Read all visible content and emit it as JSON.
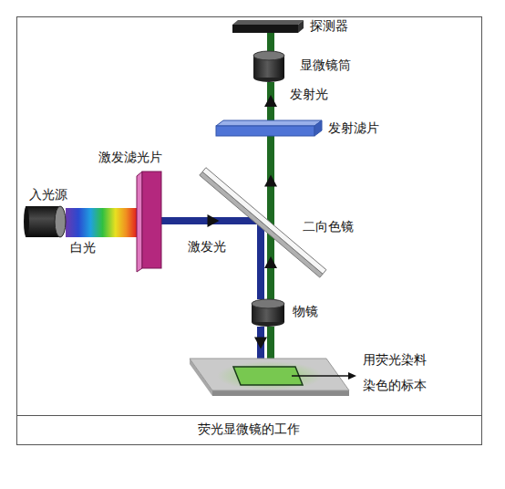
{
  "diagram": {
    "caption": "荧光显微镜的工作",
    "nodes": [
      {
        "text": [
          "探测器"
        ]
      },
      {
        "text": [
          "显微镜筒"
        ]
      },
      {
        "text": [
          "发射滤片"
        ]
      },
      {
        "text": [
          "激发滤光片"
        ]
      },
      {
        "text": [
          "入光源"
        ]
      },
      {
        "text": [
          "二向色镜"
        ]
      },
      {
        "text": [
          "物镜"
        ]
      },
      {
        "text": [
          "用荧光染料 染色的标本"
        ]
      }
    ],
    "edges": [
      {
        "from": 4,
        "to": 3,
        "label": "白光",
        "arrow": "none"
      },
      {
        "from": 3,
        "to": 5,
        "label": "激发光",
        "arrow": "to"
      },
      {
        "from": 5,
        "to": 6,
        "arrow": "none"
      },
      {
        "from": 6,
        "to": 7,
        "arrow": "to"
      },
      {
        "from": 7,
        "to": 6,
        "arrow": "none"
      },
      {
        "from": 6,
        "to": 5,
        "arrow": "to"
      },
      {
        "from": 5,
        "to": 2,
        "arrow": "to"
      },
      {
        "from": 2,
        "to": 1,
        "label": "发射光",
        "arrow": "to"
      },
      {
        "from": 1,
        "to": 0,
        "arrow": "none"
      }
    ]
  }
}
